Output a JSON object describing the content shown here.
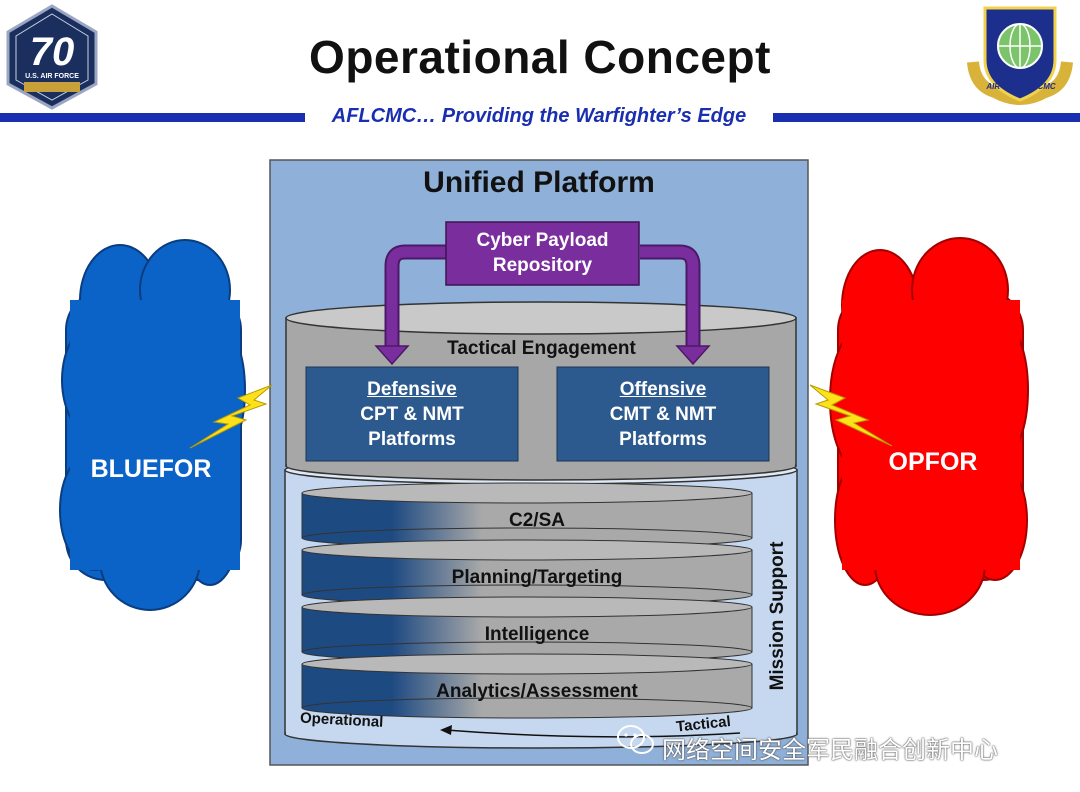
{
  "header": {
    "title": "Operational Concept",
    "subtitle": "AFLCMC… Providing the Warfighter’s Edge",
    "logo_left_text": "70",
    "logo_left_subtext": "U.S. AIR FORCE",
    "logo_right_text": "AIR FORCE LCMC"
  },
  "diagram": {
    "platform_title": "Unified Platform",
    "repository": {
      "line1": "Cyber Payload",
      "line2": "Repository"
    },
    "tactical_label": "Tactical Engagement",
    "defensive": {
      "heading": "Defensive",
      "line1": "CPT & NMT",
      "line2": "Platforms"
    },
    "offensive": {
      "heading": "Offensive",
      "line1": "CMT & NMT",
      "line2": "Platforms"
    },
    "layers": [
      "C2/SA",
      "Planning/Targeting",
      "Intelligence",
      "Analytics/Assessment"
    ],
    "mission_support": "Mission Support",
    "operational": "Operational",
    "tactical": "Tactical",
    "bluefor": "BLUEFOR",
    "opfor": "OPFOR"
  },
  "watermark": {
    "text": "网络空间安全军民融合创新中心"
  },
  "colors": {
    "bluefor": "#0b63c7",
    "opfor": "#ff0000",
    "platform_bg": "#8fb0d8",
    "purple": "#7a2e9e",
    "navy": "#1f4a86",
    "box_blue": "#2d5a8e",
    "accent_blue": "#1a2fb0",
    "bolt": "#ffe11a"
  }
}
